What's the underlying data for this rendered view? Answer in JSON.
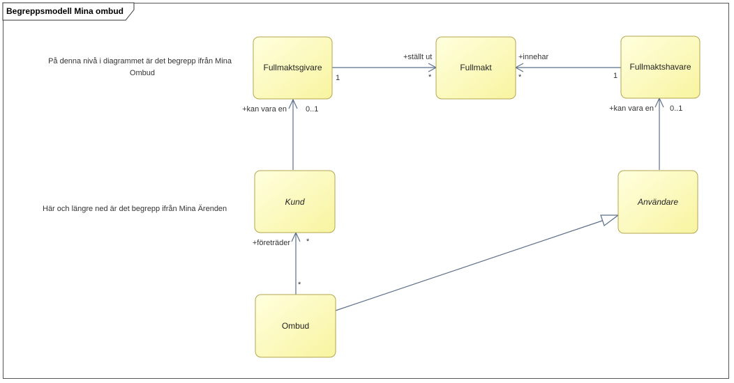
{
  "diagram": {
    "title": "Begreppsmodell Mina ombud",
    "colors": {
      "box_fill_light": "#ffffd8",
      "box_fill_dark": "#f8f5a0",
      "box_stroke": "#b3a64f",
      "line": "#5b6f8a"
    }
  },
  "notes": {
    "level_note": [
      "På denna nivå i diagrammet är det begrepp ifrån Mina",
      "Ombud"
    ],
    "lower_note": "Här och längre ned är det begrepp ifrån Mina Ärenden"
  },
  "classes": {
    "fullmaktsgivare": {
      "name": "Fullmaktsgivare",
      "abstract": false
    },
    "fullmakt": {
      "name": "Fullmakt",
      "abstract": false
    },
    "fullmaktshavare": {
      "name": "Fullmaktshavare",
      "abstract": false
    },
    "kund": {
      "name": "Kund",
      "abstract": true
    },
    "anvandare": {
      "name": "Användare",
      "abstract": true
    },
    "ombud": {
      "name": "Ombud",
      "abstract": false
    }
  },
  "associations": {
    "givare_fullmakt": {
      "source_mult": "1",
      "target_role": "+ställt ut",
      "target_mult": "*"
    },
    "havare_fullmakt": {
      "source_mult": "1",
      "target_role": "+innehar",
      "target_mult": "*"
    },
    "kund_givare": {
      "target_role": "+kan vara en",
      "target_mult": "0..1"
    },
    "anvandare_havare": {
      "target_role": "+kan vara en",
      "target_mult": "0..1"
    },
    "ombud_kund": {
      "target_role": "+företräder",
      "target_mult": "*",
      "source_mult": "*"
    }
  },
  "generalizations": {
    "ombud_anvandare": {
      "from": "Ombud",
      "to": "Användare"
    }
  }
}
